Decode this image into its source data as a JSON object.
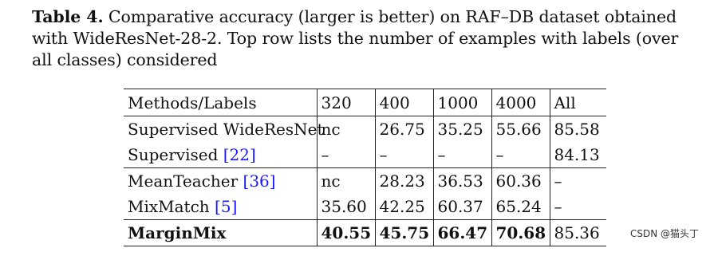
{
  "caption": {
    "label": "Table 4.",
    "text": "Comparative accuracy (larger is better) on RAF–DB dataset obtained with WideResNet-28-2. Top row lists the number of examples with labels (over all classes) considered"
  },
  "table": {
    "headers": [
      "Methods/Labels",
      "320",
      "400",
      "1000",
      "4000",
      "All"
    ],
    "rows": [
      {
        "method": "Supervised WideResNet",
        "cite": "",
        "values": [
          "nc",
          "26.75",
          "35.25",
          "55.66",
          "85.58"
        ]
      },
      {
        "method": "Supervised ",
        "cite": "[22]",
        "values": [
          "–",
          "–",
          "–",
          "–",
          "84.13"
        ]
      },
      {
        "method": "MeanTeacher ",
        "cite": "[36]",
        "values": [
          "nc",
          "28.23",
          "36.53",
          "60.36",
          "–"
        ]
      },
      {
        "method": "MixMatch ",
        "cite": "[5]",
        "values": [
          "35.60",
          "42.25",
          "60.37",
          "65.24",
          "–"
        ]
      },
      {
        "method": "MarginMix",
        "cite": "",
        "values": [
          "40.55",
          "45.75",
          "66.47",
          "70.68",
          "85.36"
        ]
      }
    ]
  },
  "watermark": "CSDN @猫头丁",
  "colors": {
    "citation": "#1a1aff",
    "text": "#111111",
    "rule": "#222222"
  }
}
